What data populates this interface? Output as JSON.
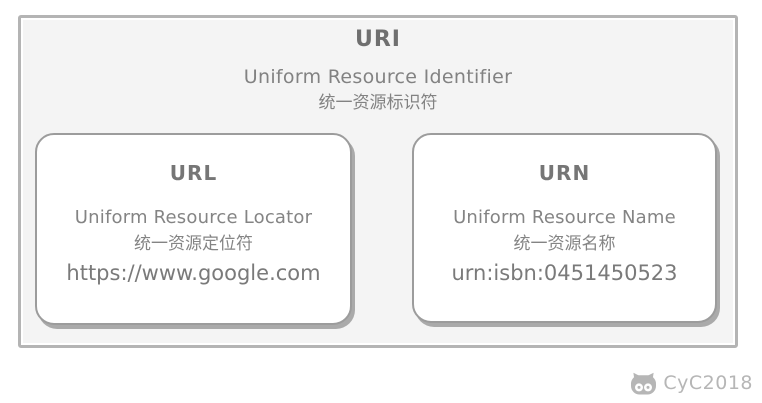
{
  "diagram": {
    "uri_box": {
      "title": "URI",
      "subtitle_en": "Uniform Resource Identifier",
      "subtitle_zh": "统一资源标识符",
      "fill_color": "#f4f4f4",
      "border_color": "#b4b4b4"
    },
    "children": [
      {
        "id": "url",
        "title": "URL",
        "subtitle_en": "Uniform Resource Locator",
        "subtitle_zh": "统一资源定位符",
        "example": "https://www.google.com"
      },
      {
        "id": "urn",
        "title": "URN",
        "subtitle_en": "Uniform Resource Name",
        "subtitle_zh": "统一资源名称",
        "example": "urn:isbn:0451450523"
      }
    ],
    "text_color": "#808080",
    "child_fill_color": "#ffffff",
    "child_border_color": "#9c9c9c",
    "child_shadow_color": "#aaaaaa"
  },
  "watermark": {
    "label": "CyC2018",
    "icon": "cat-logo-icon",
    "color": "#b6b6b6"
  }
}
